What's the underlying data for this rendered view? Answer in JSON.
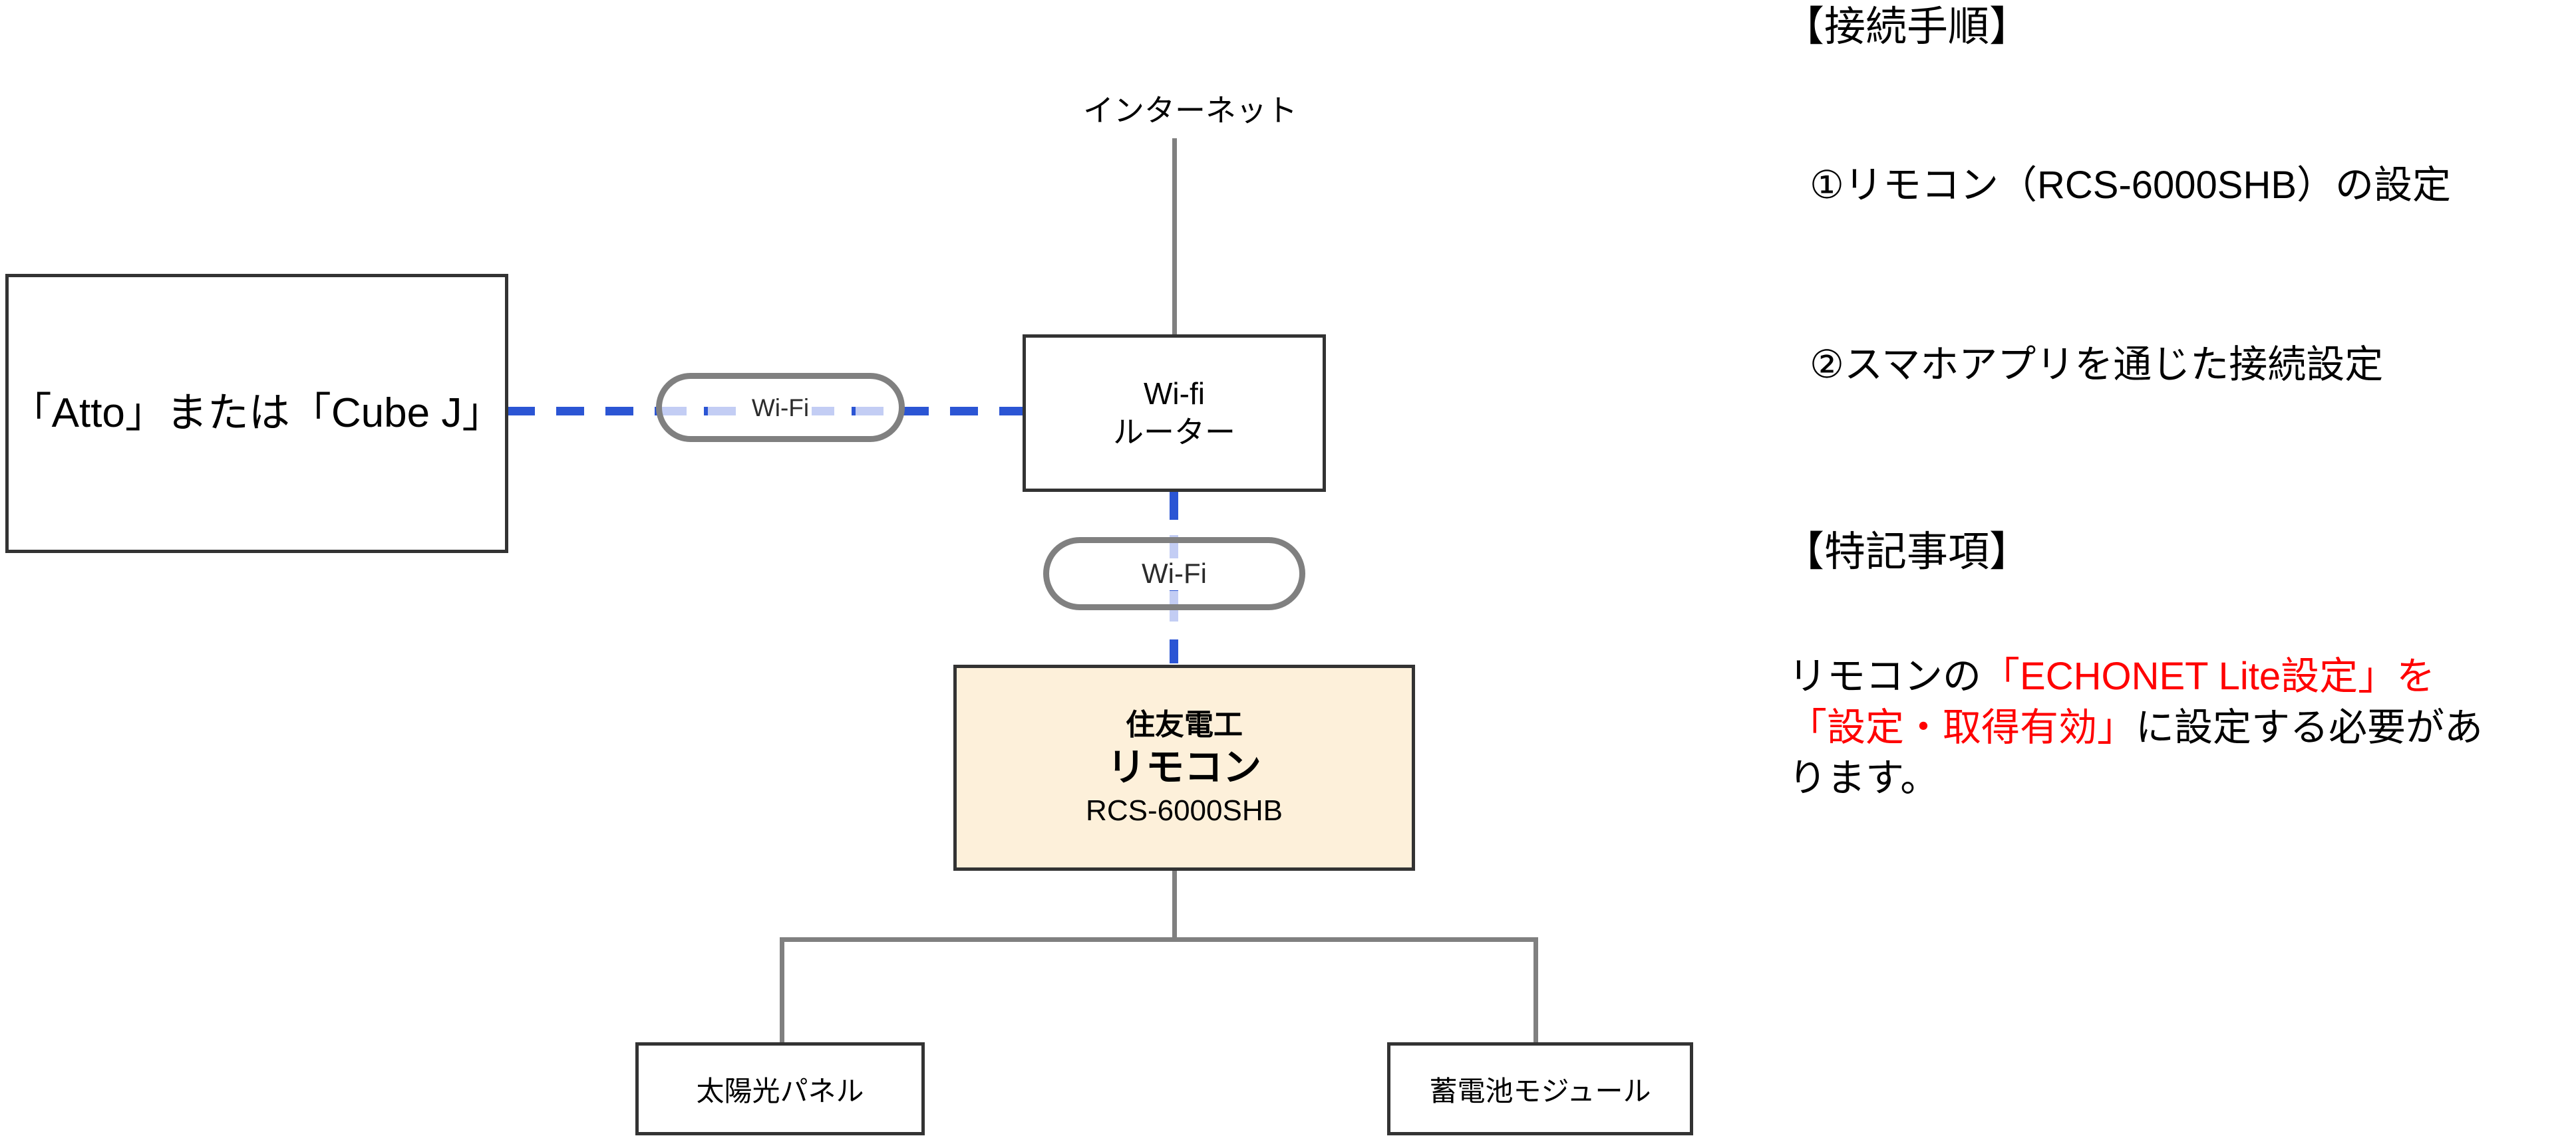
{
  "diagram": {
    "internet_label": "インターネット",
    "device_box": {
      "label": "「Atto」または「Cube J」"
    },
    "router_box": {
      "line1": "Wi-fi",
      "line2": "ルーター"
    },
    "wifi_link_horizontal": {
      "label": "Wi-Fi"
    },
    "wifi_link_vertical": {
      "label": "Wi-Fi"
    },
    "remote_box": {
      "maker": "住友電工",
      "title": "リモコン",
      "model": "RCS-6000SHB",
      "fill_color": "#FDF0DA"
    },
    "child_boxes": [
      {
        "label": "太陽光パネル"
      },
      {
        "label": "蓄電池モジュール"
      }
    ],
    "colors": {
      "box_border": "#333333",
      "connector_gray": "#808080",
      "wifi_dash_dark": "#2B55D4",
      "wifi_dash_light": "#C3CDF4"
    }
  },
  "info_panel": {
    "procedure_heading": "【接続手順】",
    "procedure_steps": [
      "①リモコン（RCS-6000SHB）の設定",
      "②スマホアプリを通じた接続設定"
    ],
    "notes_heading": "【特記事項】",
    "note": {
      "part1": "リモコンの",
      "part2_red": "「ECHONET Lite設定」を「設定・取得有効」",
      "part3": "に設定する必要があります。"
    },
    "accent_color": "#FF0000"
  }
}
